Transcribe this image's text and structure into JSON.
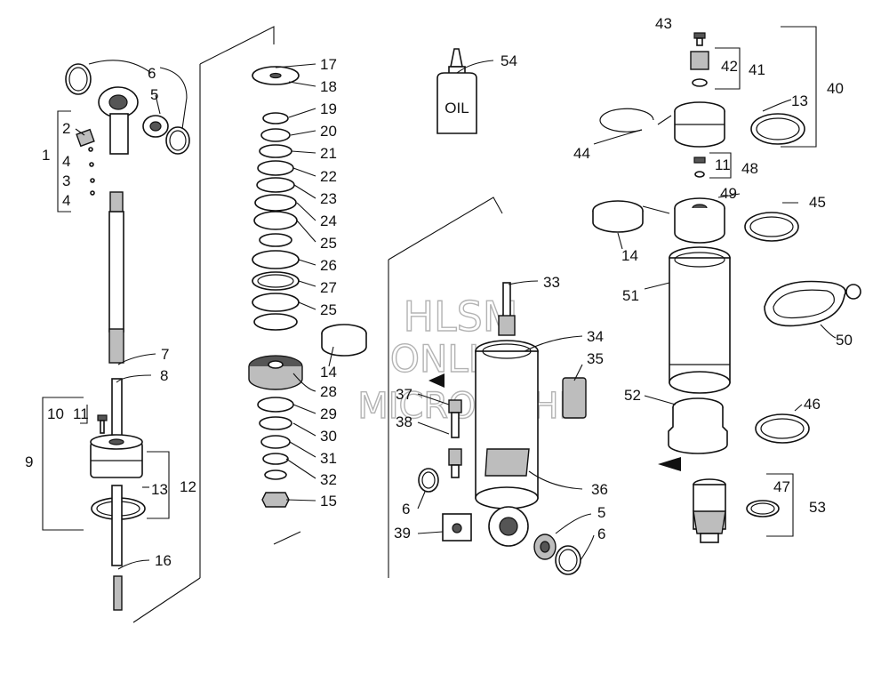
{
  "watermark": {
    "line1": "HLSM",
    "line2": "ONLINE",
    "line3": "MICROFICHE"
  },
  "oil_label": "OIL",
  "callouts": {
    "c43": "43",
    "c42": "42",
    "c41": "41",
    "c40": "40",
    "c13a": "13",
    "c44": "44",
    "c11a": "11",
    "c48": "48",
    "c49": "49",
    "c45": "45",
    "c14a": "14",
    "c51": "51",
    "c50": "50",
    "c52": "52",
    "c46": "46",
    "c47": "47",
    "c53": "53",
    "c54": "54",
    "c6a": "6",
    "c5a": "5",
    "c2": "2",
    "c1": "1",
    "c4a": "4",
    "c3": "3",
    "c4b": "4",
    "c7": "7",
    "c8": "8",
    "c10": "10",
    "c11b": "11",
    "c9": "9",
    "c13b": "13",
    "c12": "12",
    "c16": "16",
    "c17": "17",
    "c18": "18",
    "c19": "19",
    "c20": "20",
    "c21": "21",
    "c22": "22",
    "c23": "23",
    "c24": "24",
    "c25a": "25",
    "c26": "26",
    "c27": "27",
    "c25b": "25",
    "c14b": "14",
    "c28": "28",
    "c29": "29",
    "c30": "30",
    "c31": "31",
    "c32": "32",
    "c15": "15",
    "c33": "33",
    "c34": "34",
    "c35": "35",
    "c37": "37",
    "c38": "38",
    "c36": "36",
    "c6b": "6",
    "c39": "39",
    "c5b": "5",
    "c6c": "6"
  }
}
